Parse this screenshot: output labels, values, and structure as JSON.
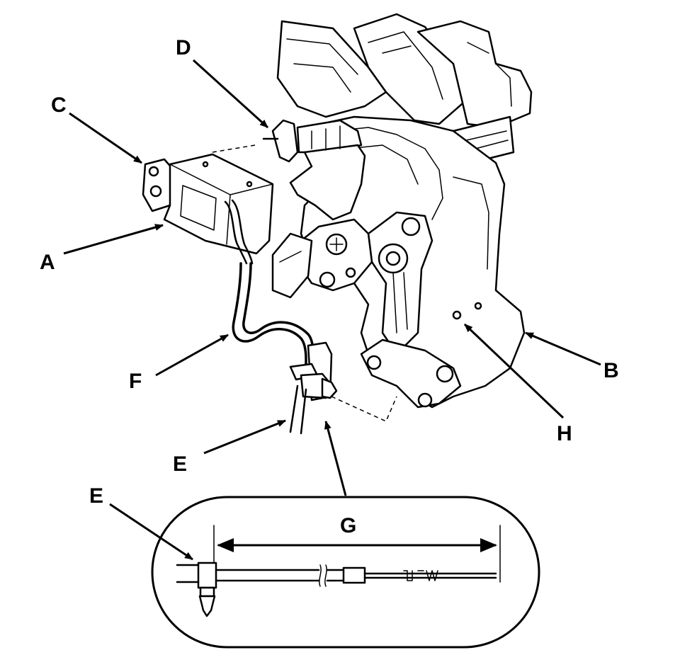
{
  "labels": {
    "A": "A",
    "B": "B",
    "C": "C",
    "D": "D",
    "E_upper": "E",
    "E_detail": "E",
    "F": "F",
    "G": "G",
    "H": "H"
  },
  "colors": {
    "line": "#000000",
    "background": "#ffffff"
  }
}
